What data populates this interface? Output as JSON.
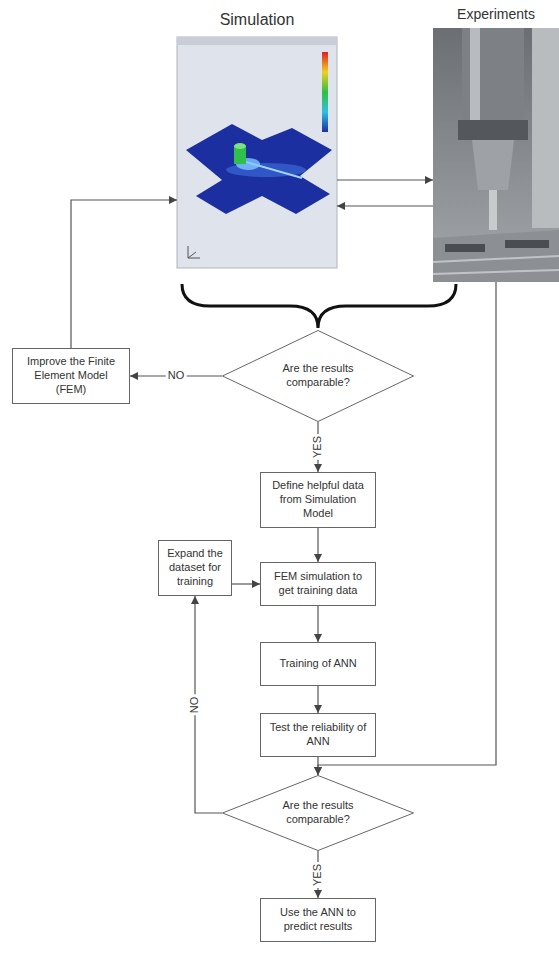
{
  "diagram": {
    "nodes": [
      {
        "text": [
          "Simulation"
        ]
      },
      {
        "text": [
          "Experiments"
        ]
      },
      {
        "text": [
          "Are the results comparable?"
        ]
      },
      {
        "text": [
          "Improve the Finite Element Model (FEM)"
        ]
      },
      {
        "text": [
          "Define helpful data from Simulation Model"
        ]
      },
      {
        "text": [
          "Expand the dataset for training"
        ]
      },
      {
        "text": [
          "FEM simulation to get training data"
        ]
      },
      {
        "text": [
          "Training of ANN"
        ]
      },
      {
        "text": [
          "Test the reliability of ANN"
        ]
      },
      {
        "text": [
          "Are the results comparable?"
        ]
      },
      {
        "text": [
          "Use the ANN to predict results"
        ]
      }
    ],
    "edges": [
      {
        "from": 0,
        "to": 1,
        "arrow": "to"
      },
      {
        "from": 1,
        "to": 0,
        "arrow": "to"
      },
      {
        "from": 2,
        "to": 3,
        "label": "NO",
        "arrow": "to"
      },
      {
        "from": 3,
        "to": 0,
        "arrow": "to"
      },
      {
        "from": 2,
        "to": 4,
        "label": "YES",
        "arrow": "to"
      },
      {
        "from": 4,
        "to": 6,
        "arrow": "to"
      },
      {
        "from": 6,
        "to": 7,
        "arrow": "to"
      },
      {
        "from": 7,
        "to": 8,
        "arrow": "to"
      },
      {
        "from": 8,
        "to": 9,
        "arrow": "to"
      },
      {
        "from": 1,
        "to": 9,
        "arrow": "to"
      },
      {
        "from": 9,
        "to": 5,
        "label": "NO",
        "arrow": "to"
      },
      {
        "from": 5,
        "to": 6,
        "arrow": "to"
      },
      {
        "from": 9,
        "to": 10,
        "label": "YES",
        "arrow": "to"
      }
    ]
  }
}
